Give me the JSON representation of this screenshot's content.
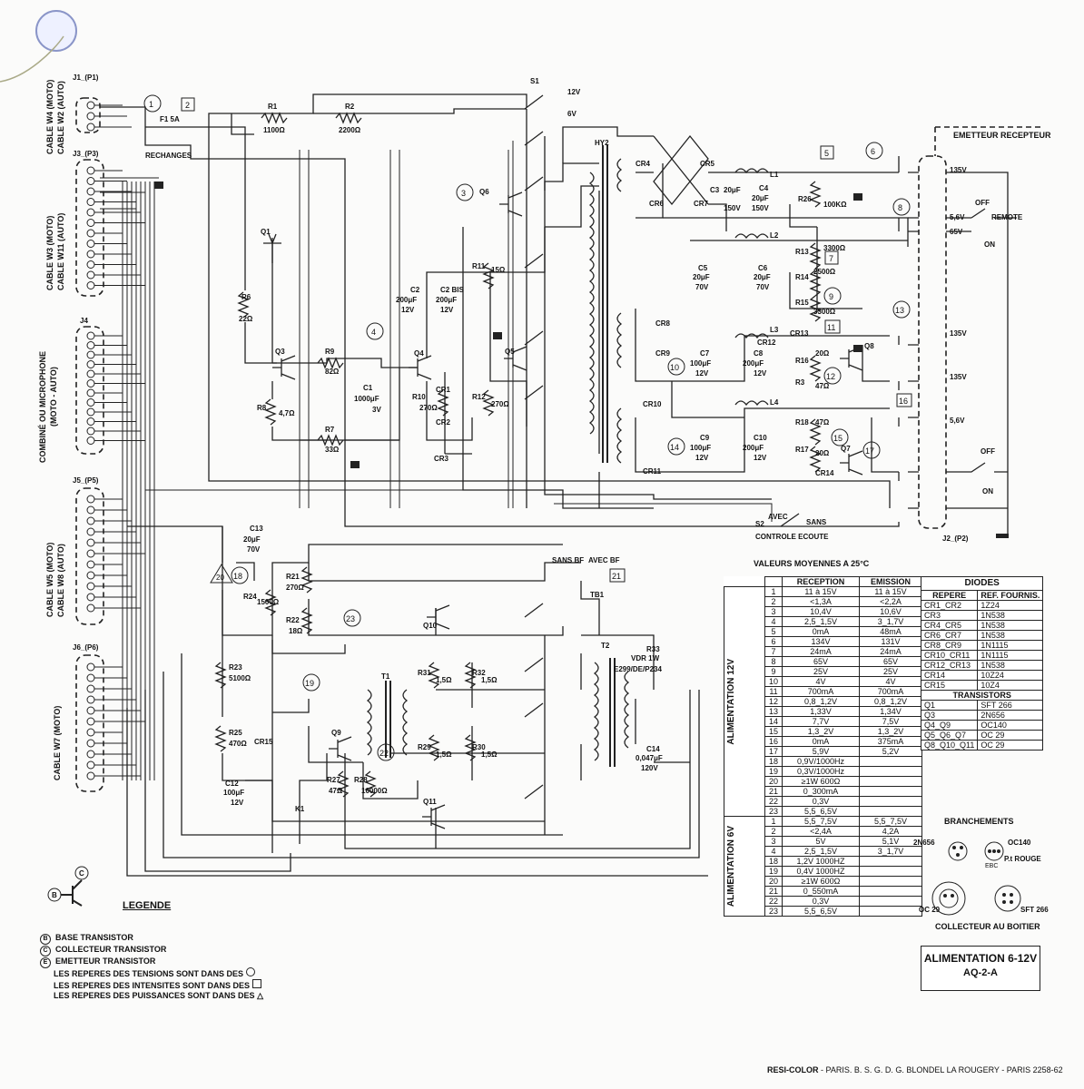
{
  "connectors": {
    "j1": "J1_(P1)",
    "j3": "J3_(P3)",
    "j4": "J4",
    "j5": "J5_(P5)",
    "j6": "J6_(P6)",
    "j2": "J2_(P2)",
    "cable_j1_a": "CABLE W4 (MOTO)",
    "cable_j1_b": "CABLE W2 (AUTO)",
    "cable_j3_a": "CABLE W3 (MOTO)",
    "cable_j3_b": "CABLE W11 (AUTO)",
    "cable_j4_a": "COMBINÉ OU MICROPHONE",
    "cable_j4_b": "(MOTO - AUTO)",
    "cable_j5_a": "CABLE W5 (MOTO)",
    "cable_j5_b": "CABLE W8 (AUTO)",
    "cable_j6": "CABLE W7 (MOTO)",
    "emitter_receiver": "EMETTEUR RECEPTEUR"
  },
  "schematic_labels": {
    "fuse": "F1 5A",
    "spares": "RECHANGES",
    "r1": "R1",
    "r1v": "1100Ω",
    "r2": "R2",
    "r2v": "2200Ω",
    "s1": "S1",
    "v12": "12V",
    "v6": "6V",
    "hy2": "HY2",
    "cr4": "CR4",
    "cr5": "CR5",
    "cr6": "CR6",
    "cr7": "CR7",
    "l1": "L1",
    "l2": "L2",
    "l3": "L3",
    "l4": "L4",
    "c3": "C3",
    "c3v": "20μF",
    "c3u": "150V",
    "c4": "C4",
    "c4v": "20μF",
    "c4u": "150V",
    "r26": "R26",
    "r26v": "100KΩ",
    "q1": "Q1",
    "q3": "Q3",
    "q4": "Q4",
    "q5": "Q5",
    "q6": "Q6",
    "q7": "Q7",
    "q8": "Q8",
    "q9": "Q9",
    "q10": "Q10",
    "q11": "Q11",
    "r6": "R6",
    "r6v": "22Ω",
    "r8": "R8",
    "r8v": "4,7Ω",
    "r9": "R9",
    "r9v": "82Ω",
    "r7": "R7",
    "r7v": "33Ω",
    "c1": "C1",
    "c1v": "1000μF",
    "c1u": "3V",
    "r10": "R10",
    "r10v": "270Ω",
    "r11": "R11",
    "r11v": "15Ω",
    "r12": "R12",
    "r12v": "270Ω",
    "c2": "C2",
    "c2v": "200μF",
    "c2u": "12V",
    "c2b": "C2 BIS",
    "c2bv": "200μF",
    "c2bu": "12V",
    "cr1": "CR1",
    "cr2": "CR2",
    "cr3": "CR3",
    "c5": "C5",
    "c5v": "20μF",
    "c5u": "70V",
    "c6": "C6",
    "c6v": "20μF",
    "c6u": "70V",
    "r13": "R13",
    "r13v": "3300Ω",
    "r14": "R14",
    "r14v": "2500Ω",
    "r15": "R15",
    "r15v": "3300Ω",
    "cr8": "CR8",
    "cr9": "CR9",
    "cr10": "CR10",
    "cr11": "CR11",
    "cr12": "CR12",
    "cr13": "CR13",
    "cr14": "CR14",
    "c7": "C7",
    "c7v": "100μF",
    "c7u": "12V",
    "c8": "C8",
    "c8v": "200μF",
    "c8u": "12V",
    "c9": "C9",
    "c9v": "100μF",
    "c9u": "12V",
    "c10": "C10",
    "c10v": "200μF",
    "c10u": "12V",
    "r16": "R16",
    "r16v": "20Ω",
    "r3": "R3",
    "r3v": "47Ω",
    "r18": "R18",
    "r18v": "47Ω",
    "r17": "R17",
    "r17v": "20Ω",
    "c13": "C13",
    "c13v": "20μF",
    "c13u": "70V",
    "r24": "R24",
    "r24v": "1500Ω",
    "r21": "R21",
    "r21v": "270Ω",
    "r22": "R22",
    "r22v": "18Ω",
    "r23": "R23",
    "r23v": "5100Ω",
    "r25": "R25",
    "r25v": "470Ω",
    "cr15": "CR15",
    "c12": "C12",
    "c12v": "100μF",
    "c12u": "12V",
    "k1": "K1",
    "r27": "R27",
    "r27v": "47Ω",
    "r28": "R28",
    "r28v": "10000Ω",
    "t1": "T1",
    "t2": "T2",
    "r31": "R31",
    "r31v": "1,5Ω",
    "r32": "R32",
    "r32v": "1,5Ω",
    "r29": "R29",
    "r29v": "1,5Ω",
    "r30": "R30",
    "r30v": "1,5Ω",
    "r33": "R33",
    "r33a": "VDR 1W",
    "r33b": "E299/DE/P234",
    "c14": "C14",
    "c14v": "0,047μF",
    "c14u": "120V",
    "s2": "S2",
    "avec": "AVEC",
    "sans": "SANS",
    "controle": "CONTROLE ECOUTE",
    "sans_bf": "SANS BF",
    "avec_bf": "AVEC BF",
    "tb1": "TB1",
    "v135a": "135V",
    "v56a": "5,6V",
    "v65": "65V",
    "off1": "OFF",
    "remote": "REMOTE",
    "on1": "ON",
    "v135b": "135V",
    "v135c": "135V",
    "v56b": "5,6V",
    "off2": "OFF",
    "on2": "ON"
  },
  "mean_values": {
    "title": "VALEURS MOYENNES A 25°C",
    "col_reception": "RECEPTION",
    "col_emission": "EMISSION",
    "group_12v": "ALIMENTATION 12V",
    "group_6v": "ALIMENTATION 6V",
    "rows_12v": [
      [
        "1",
        "11 à 15V",
        "11 à 15V"
      ],
      [
        "2",
        "<1,3A",
        "<2,2A"
      ],
      [
        "3",
        "10,4V",
        "10,6V"
      ],
      [
        "4",
        "2,5_1,5V",
        "3_1,7V"
      ],
      [
        "5",
        "0mA",
        "48mA"
      ],
      [
        "6",
        "134V",
        "131V"
      ],
      [
        "7",
        "24mA",
        "24mA"
      ],
      [
        "8",
        "65V",
        "65V"
      ],
      [
        "9",
        "25V",
        "25V"
      ],
      [
        "10",
        "4V",
        "4V"
      ],
      [
        "11",
        "700mA",
        "700mA"
      ],
      [
        "12",
        "0,8_1,2V",
        "0,8_1,2V"
      ],
      [
        "13",
        "1,33V",
        "1,34V"
      ],
      [
        "14",
        "7,7V",
        "7,5V"
      ],
      [
        "15",
        "1,3_2V",
        "1,3_2V"
      ],
      [
        "16",
        "0mA",
        "375mA"
      ],
      [
        "17",
        "5,9V",
        "5,2V"
      ],
      [
        "18",
        "0,9V/1000Hz",
        ""
      ],
      [
        "19",
        "0,3V/1000Hz",
        ""
      ],
      [
        "20",
        "≥1W 600Ω",
        ""
      ],
      [
        "21",
        "0_300mA",
        ""
      ],
      [
        "22",
        "0,3V",
        ""
      ],
      [
        "23",
        "5,5_6,5V",
        ""
      ]
    ],
    "rows_6v": [
      [
        "1",
        "5,5_7,5V",
        "5,5_7,5V"
      ],
      [
        "2",
        "<2,4A",
        "4,2A"
      ],
      [
        "3",
        "5V",
        "5,1V"
      ],
      [
        "4",
        "2,5_1,5V",
        "3_1,7V"
      ],
      [
        "18",
        "1,2V 1000HZ",
        ""
      ],
      [
        "19",
        "0,4V 1000HZ",
        ""
      ],
      [
        "20",
        "≥1W 600Ω",
        ""
      ],
      [
        "21",
        "0_550mA",
        ""
      ],
      [
        "22",
        "0,3V",
        ""
      ],
      [
        "23",
        "5,5_6,5V",
        ""
      ]
    ]
  },
  "diodes": {
    "title": "DIODES",
    "col_ref": "REPERE",
    "col_supplier": "REF. FOURNIS.",
    "rows": [
      [
        "CR1_CR2",
        "1Z24"
      ],
      [
        "CR3",
        "1N538"
      ],
      [
        "CR4_CR5",
        "1N538"
      ],
      [
        "CR6_CR7",
        "1N538"
      ],
      [
        "CR8_CR9",
        "1N1115"
      ],
      [
        "CR10_CR11",
        "1N1115"
      ],
      [
        "CR12_CR13",
        "1N538"
      ],
      [
        "CR14",
        "10Z24"
      ],
      [
        "CR15",
        "10Z4"
      ]
    ],
    "transistors_title": "TRANSISTORS",
    "transistors": [
      [
        "Q1",
        "SFT 266"
      ],
      [
        "Q3",
        "2N656"
      ],
      [
        "Q4_Q9",
        "OC140"
      ],
      [
        "Q5_Q6_Q7",
        "OC 29"
      ],
      [
        "Q8_Q10_Q11",
        "OC 29"
      ]
    ]
  },
  "pinouts": {
    "title": "BRANCHEMENTS",
    "p1": "2N656",
    "p2": "OC140",
    "p2_note": "P.t ROUGE",
    "ebc": "EBC",
    "p3": "OC 29",
    "p4": "SFT 266",
    "collector_note": "COLLECTEUR AU BOITIER"
  },
  "supply_box": {
    "line1": "ALIMENTATION 6-12V",
    "line2": "AQ-2-A"
  },
  "legend": {
    "title": "LEGENDE",
    "b": "BASE TRANSISTOR",
    "c": "COLLECTEUR TRANSISTOR",
    "e": "EMETTEUR TRANSISTOR",
    "tensions": "LES REPERES DES TENSIONS SONT DANS DES",
    "intensites": "LES REPERES DES INTENSITES SONT DANS DES",
    "puissances": "LES REPERES DES PUISSANCES SONT DANS DES"
  },
  "footer": {
    "brand": "RESI-COLOR",
    "rest": "- PARIS. B. S. G. D. G. BLONDEL LA ROUGERY - PARIS 2258-62"
  }
}
